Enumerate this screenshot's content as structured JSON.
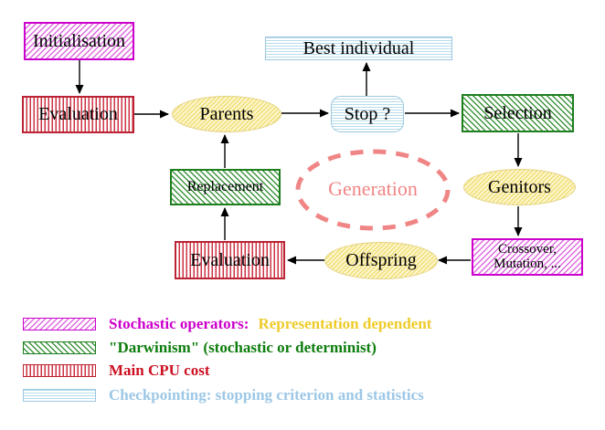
{
  "diagram": {
    "nodes": {
      "initialisation": {
        "label": "Initialisation"
      },
      "evaluation_top": {
        "label": "Evaluation"
      },
      "parents": {
        "label": "Parents"
      },
      "best_individual": {
        "label": "Best individual"
      },
      "stop": {
        "label": "Stop ?"
      },
      "selection": {
        "label": "Selection"
      },
      "genitors": {
        "label": "Genitors"
      },
      "replacement": {
        "label": "Replacement"
      },
      "evaluation_bottom": {
        "label": "Evaluation"
      },
      "offspring": {
        "label": "Offspring"
      },
      "crossover": {
        "line1": "Crossover,",
        "line2": "Mutation, ..."
      },
      "generation": {
        "label": "Generation"
      }
    },
    "colors": {
      "magenta": "#cc00cc",
      "red": "#bb2233",
      "green": "#1e7e1e",
      "light_blue": "#9cc7e0",
      "pale_yellow": "#e4d284",
      "salmon": "#f08585",
      "gold": "#eecb2a",
      "arrow": "#000000"
    }
  },
  "legend": {
    "items": [
      {
        "label": "Stochastic operators:",
        "label2": "Representation dependent"
      },
      {
        "label": "\"Darwinism\" (stochastic or determinist)"
      },
      {
        "label": "Main CPU cost"
      },
      {
        "label": "Checkpointing: stopping criterion and statistics"
      }
    ]
  }
}
